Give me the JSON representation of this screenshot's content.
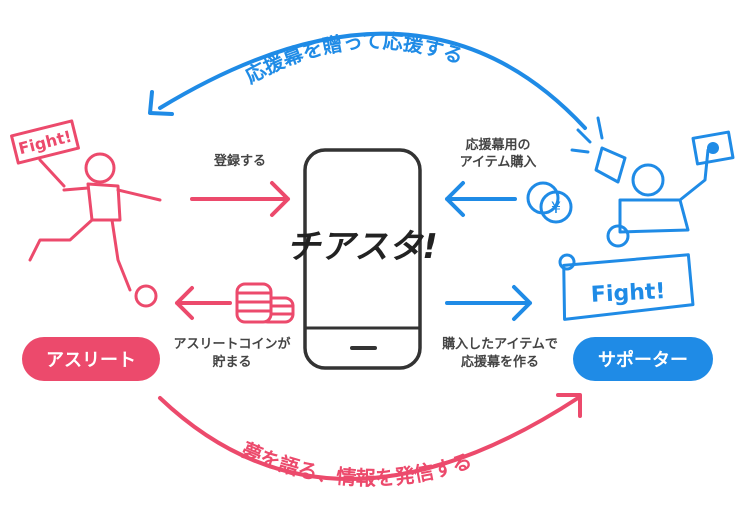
{
  "top_arc_label": "応援幕を贈って応援する",
  "bottom_arc_label": "夢を語る、情報を発信する",
  "app_logo": "チアスタ!",
  "left_top_label": "登録する",
  "right_top_label": [
    "応援幕用の",
    "アイテム購入"
  ],
  "left_bottom_label": [
    "アスリートコインが",
    "貯まる"
  ],
  "right_bottom_label": [
    "購入したアイテムで",
    "応援幕を作る"
  ],
  "athlete_badge": "アスリート",
  "supporter_badge": "サポーター",
  "athlete_sign": "Fight!",
  "supporter_banner": "Fight!",
  "coin_symbol": "¥",
  "colors": {
    "athlete": "#ec4a6c",
    "supporter": "#1f8be6",
    "phone": "#333333"
  }
}
